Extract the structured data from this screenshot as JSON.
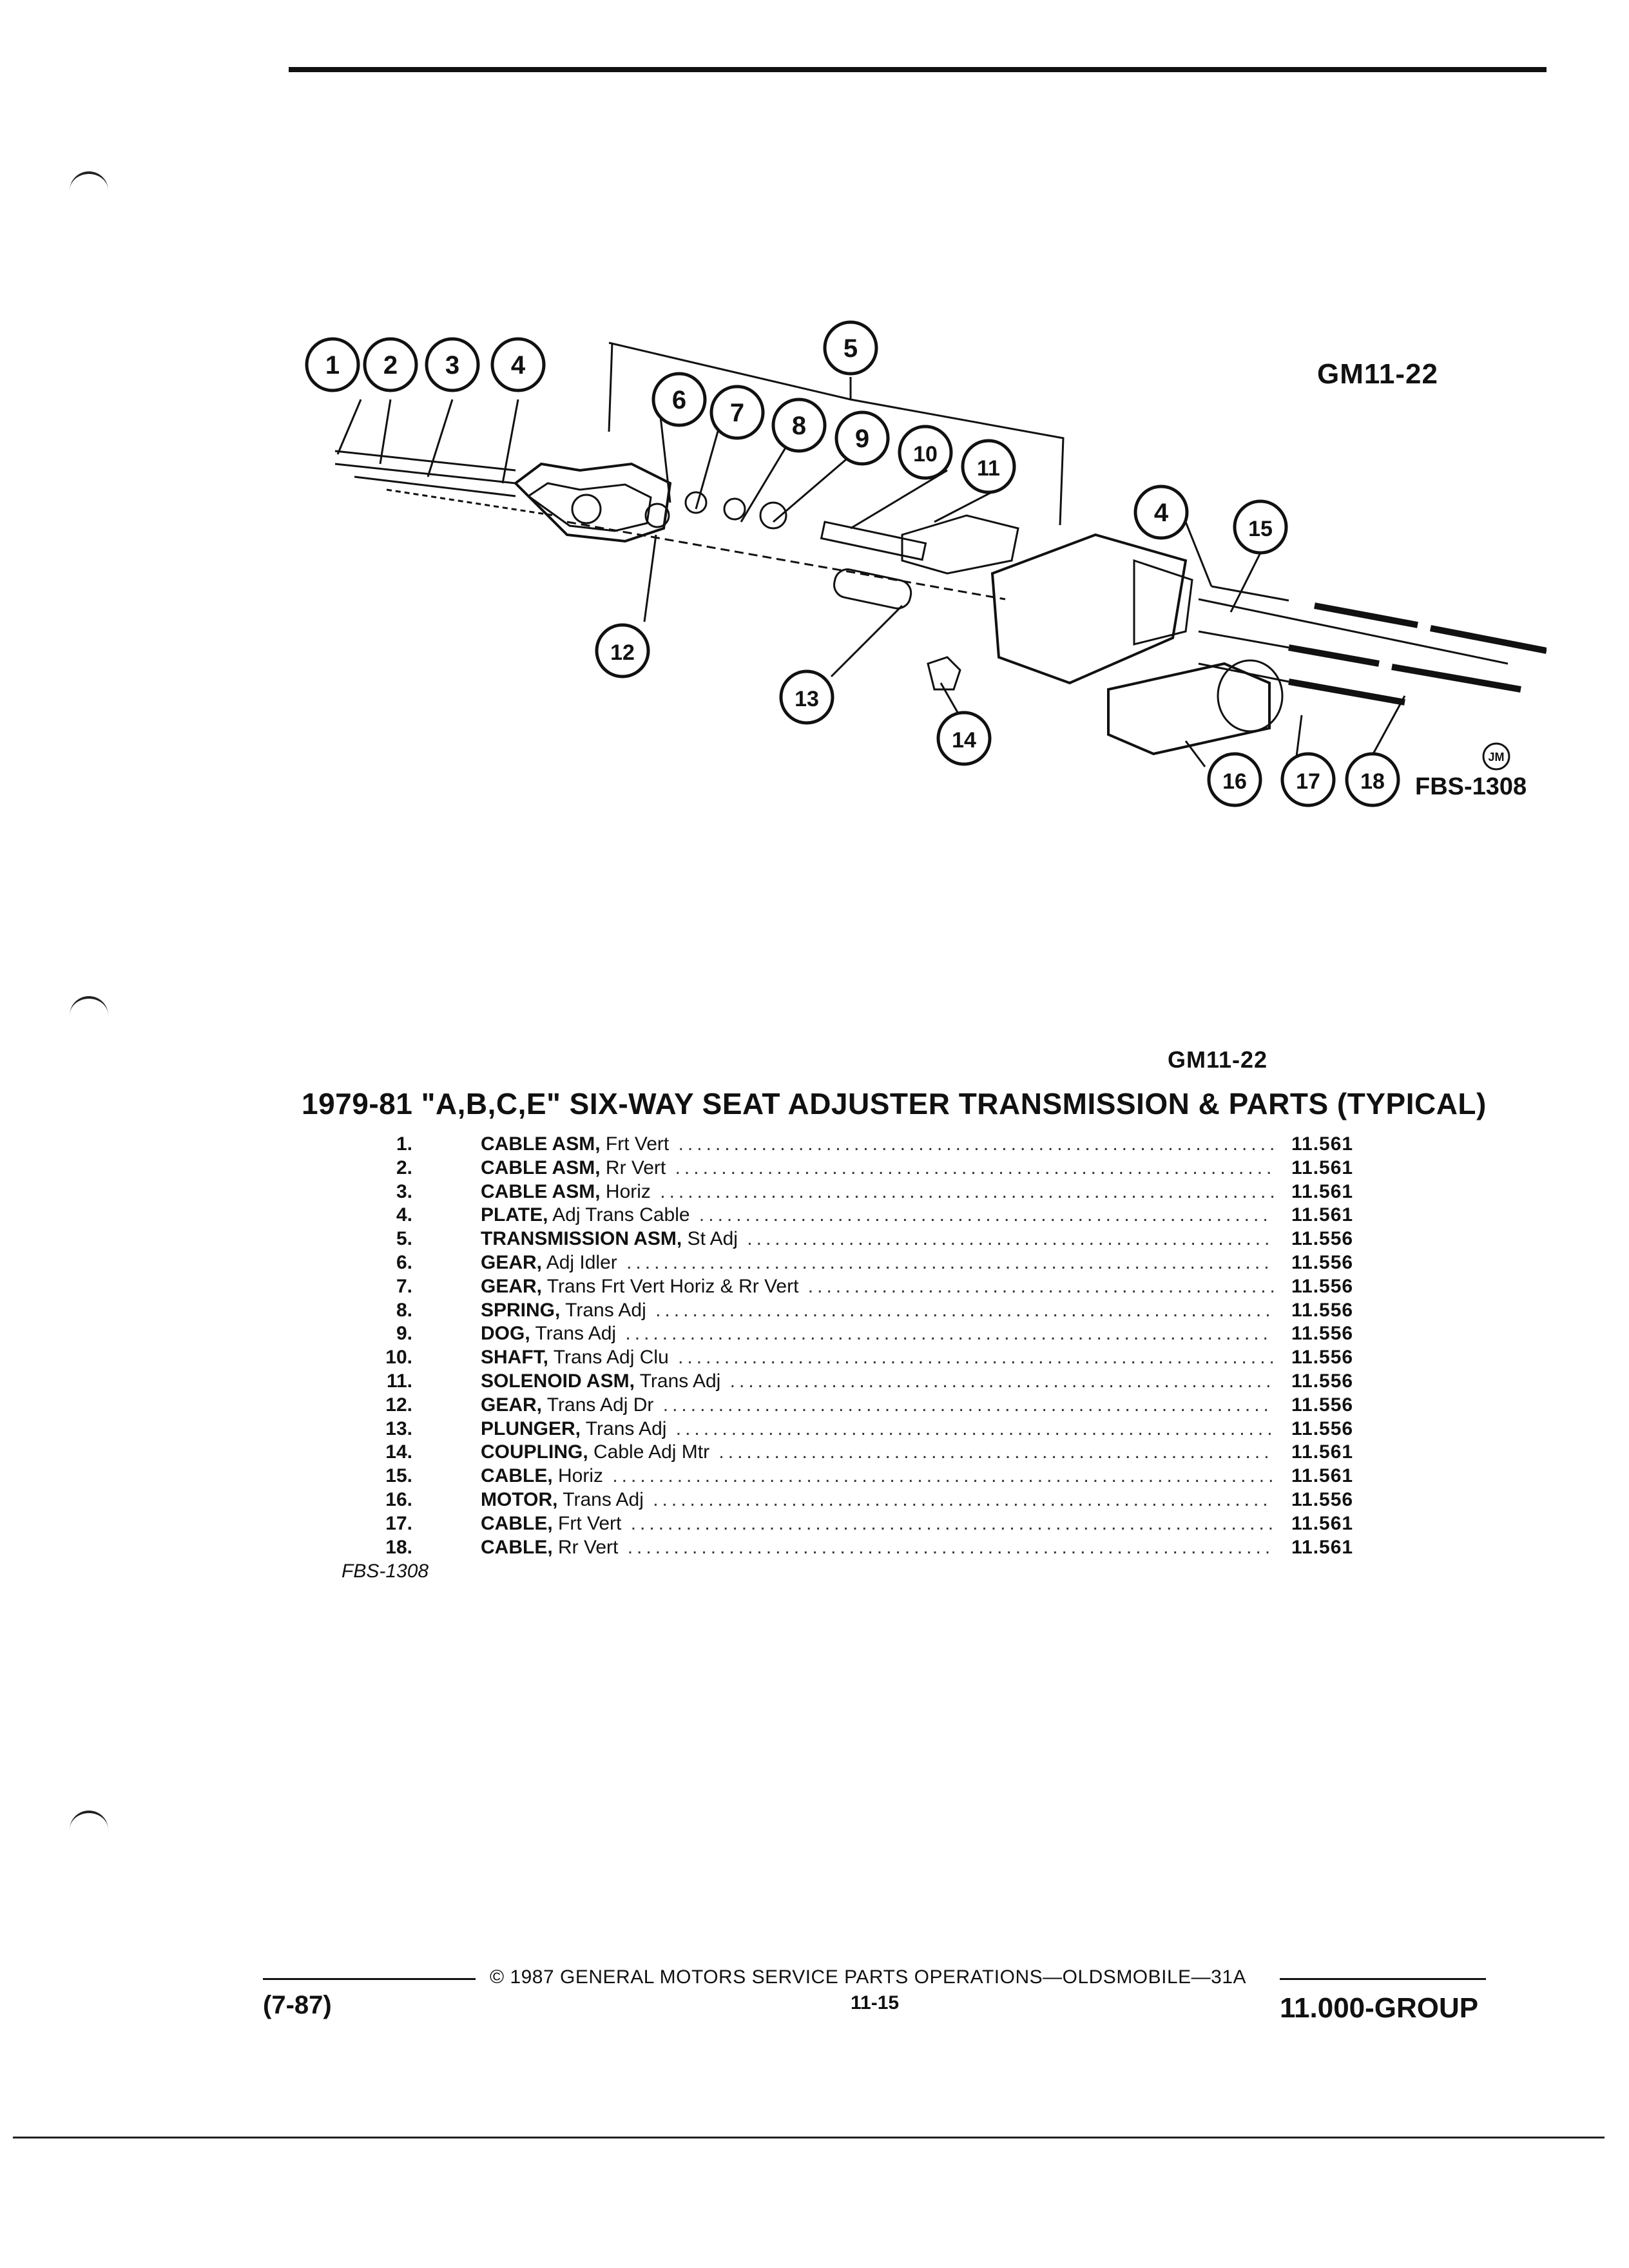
{
  "diagram": {
    "code": "GM11-22",
    "figure_id": "FBS-1308",
    "artist_mark": "JM",
    "callouts": [
      "1",
      "2",
      "3",
      "4",
      "5",
      "6",
      "7",
      "8",
      "9",
      "10",
      "11",
      "4",
      "15",
      "12",
      "13",
      "14",
      "16",
      "17",
      "18"
    ]
  },
  "section": {
    "code": "GM11-22",
    "title": "1979-81 \"A,B,C,E\" SIX-WAY SEAT ADJUSTER TRANSMISSION & PARTS (TYPICAL)"
  },
  "parts": [
    {
      "num": "1.",
      "name": "CABLE ASM,",
      "detail": " Frt Vert",
      "ref": "11.561"
    },
    {
      "num": "2.",
      "name": "CABLE ASM,",
      "detail": " Rr Vert",
      "ref": "11.561"
    },
    {
      "num": "3.",
      "name": "CABLE ASM,",
      "detail": " Horiz",
      "ref": "11.561"
    },
    {
      "num": "4.",
      "name": "PLATE,",
      "detail": " Adj Trans Cable",
      "ref": "11.561"
    },
    {
      "num": "5.",
      "name": "TRANSMISSION ASM,",
      "detail": " St Adj",
      "ref": "11.556"
    },
    {
      "num": "6.",
      "name": "GEAR,",
      "detail": " Adj Idler",
      "ref": "11.556"
    },
    {
      "num": "7.",
      "name": "GEAR,",
      "detail": " Trans Frt Vert Horiz & Rr Vert",
      "ref": "11.556"
    },
    {
      "num": "8.",
      "name": "SPRING,",
      "detail": " Trans Adj",
      "ref": "11.556"
    },
    {
      "num": "9.",
      "name": "DOG,",
      "detail": " Trans Adj",
      "ref": "11.556"
    },
    {
      "num": "10.",
      "name": "SHAFT,",
      "detail": " Trans Adj Clu",
      "ref": "11.556"
    },
    {
      "num": "11.",
      "name": "SOLENOID ASM,",
      "detail": " Trans Adj",
      "ref": "11.556"
    },
    {
      "num": "12.",
      "name": "GEAR,",
      "detail": " Trans Adj Dr",
      "ref": "11.556"
    },
    {
      "num": "13.",
      "name": "PLUNGER,",
      "detail": " Trans Adj",
      "ref": "11.556"
    },
    {
      "num": "14.",
      "name": "COUPLING,",
      "detail": " Cable Adj Mtr",
      "ref": "11.561"
    },
    {
      "num": "15.",
      "name": "CABLE,",
      "detail": " Horiz",
      "ref": "11.561"
    },
    {
      "num": "16.",
      "name": "MOTOR,",
      "detail": " Trans Adj",
      "ref": "11.556"
    },
    {
      "num": "17.",
      "name": "CABLE,",
      "detail": " Frt Vert",
      "ref": "11.561"
    },
    {
      "num": "18.",
      "name": "CABLE,",
      "detail": " Rr Vert",
      "ref": "11.561"
    }
  ],
  "list_footnote": "FBS-1308",
  "footer": {
    "date": "(7-87)",
    "copyright": "© 1987 GENERAL MOTORS SERVICE PARTS OPERATIONS—OLDSMOBILE—31A",
    "page": "11-15",
    "group": "11.000-GROUP"
  }
}
